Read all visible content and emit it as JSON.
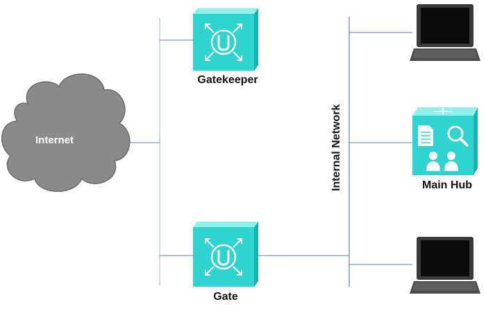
{
  "nodes": {
    "internet": {
      "label": "Internet",
      "icon": "cloud-icon"
    },
    "gatekeeper": {
      "label": "Gatekeeper",
      "icon": "uplink-router-icon"
    },
    "gate": {
      "label": "Gate",
      "icon": "uplink-router-icon"
    },
    "main_hub": {
      "label": "Main Hub",
      "icon": "file-search-server-icon"
    },
    "laptop_top": {
      "label": "",
      "icon": "laptop-icon"
    },
    "laptop_bottom": {
      "label": "",
      "icon": "laptop-icon"
    }
  },
  "network_label": "Internal Network",
  "colors": {
    "line": "#5b7fbf",
    "segment": "#a9bde0",
    "cloud": "#8a8a8a",
    "cloud_stroke": "#6a6a6a",
    "device": "#2fd3cf",
    "device_dark": "#17b2ae",
    "device_light": "#8ff0ec",
    "laptop": "#3a3a3a",
    "laptop_screen": "#0b0b0b"
  }
}
